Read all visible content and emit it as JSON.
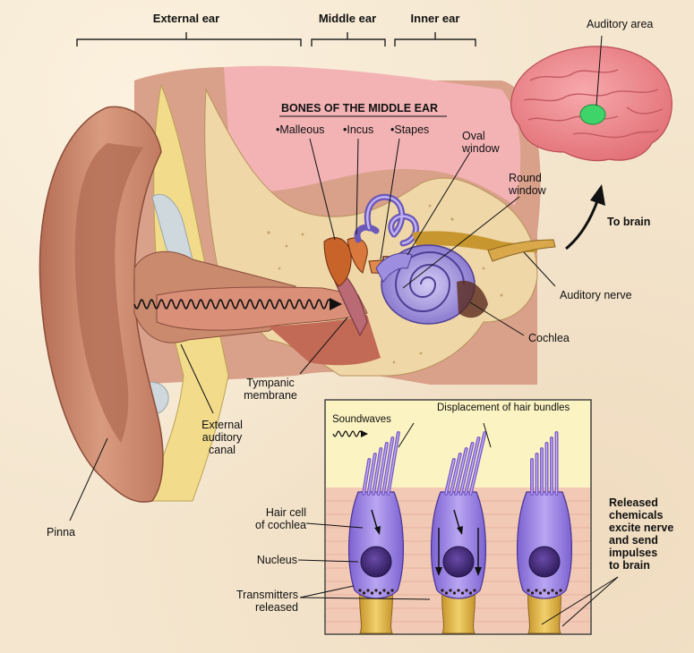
{
  "sections": {
    "external": "External ear",
    "middle": "Middle ear",
    "inner": "Inner ear"
  },
  "bones": {
    "title": "BONES OF THE MIDDLE EAR",
    "malleus": "•Malleous",
    "incus": "•Incus",
    "stapes": "•Stapes"
  },
  "labels": {
    "auditory_area": "Auditory area",
    "to_brain": "To brain",
    "oval_window": "Oval\nwindow",
    "round_window": "Round\nwindow",
    "auditory_nerve": "Auditory nerve",
    "cochlea": "Cochlea",
    "tympanic_membrane": "Tympanic\nmembrane",
    "external_auditory_canal": "External\nauditory\ncanal",
    "pinna": "Pinna"
  },
  "inset": {
    "soundwaves": "Soundwaves",
    "displacement": "Displacement of hair bundles",
    "hair_cell": "Hair cell\nof cochlea",
    "nucleus": "Nucleus",
    "transmitters": "Transmitters\nreleased",
    "released_chemicals": "Released\nchemicals\nexcite nerve\nand send\nimpulses\nto brain"
  },
  "colors": {
    "background": "#f4e6cf",
    "skin": "#c98a6e",
    "skin_dark": "#9c5a44",
    "cartilage": "#f2dc8c",
    "bone": "#efd7a8",
    "brain": "#f08a8f",
    "auditory_area": "#3fd46a",
    "labyrinth": "#8c7ad6",
    "ossicles": "#c8642a"
  }
}
